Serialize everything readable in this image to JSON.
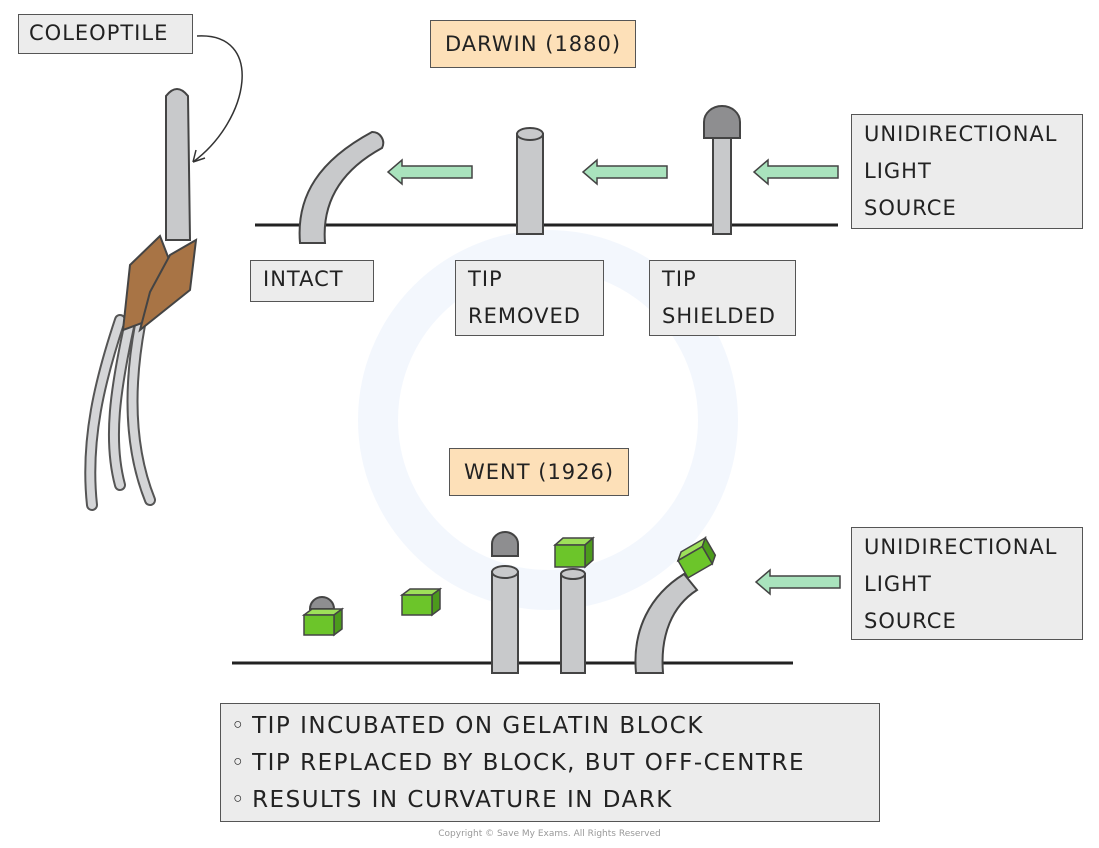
{
  "coleoptile_tag": "COLEOPTILE",
  "darwin": {
    "title": "DARWIN (1880)",
    "light_source": [
      "UNIDIRECTIONAL",
      "LIGHT",
      "SOURCE"
    ],
    "labels": {
      "intact": [
        "INTACT"
      ],
      "tip_removed": [
        "TIP",
        "REMOVED"
      ],
      "tip_shielded": [
        "TIP",
        "SHIELDED"
      ]
    }
  },
  "went": {
    "title": "WENT (1926)",
    "light_source": [
      "UNIDIRECTIONAL",
      "LIGHT",
      "SOURCE"
    ],
    "notes": [
      "TIP INCUBATED ON GELATIN BLOCK",
      "TIP REPLACED BY BLOCK, BUT OFF-CENTRE",
      "RESULTS IN CURVATURE IN DARK"
    ]
  },
  "copyright": "Copyright © Save My Exams. All Rights Reserved",
  "colors": {
    "stem": "#c8c9cb",
    "tip": "#8e8e90",
    "gelatin": "#6cc52a",
    "arrow": "#a9e3bd",
    "sheath": "#a87445",
    "title_bg": "#fde0b8",
    "label_bg": "#ececec"
  }
}
